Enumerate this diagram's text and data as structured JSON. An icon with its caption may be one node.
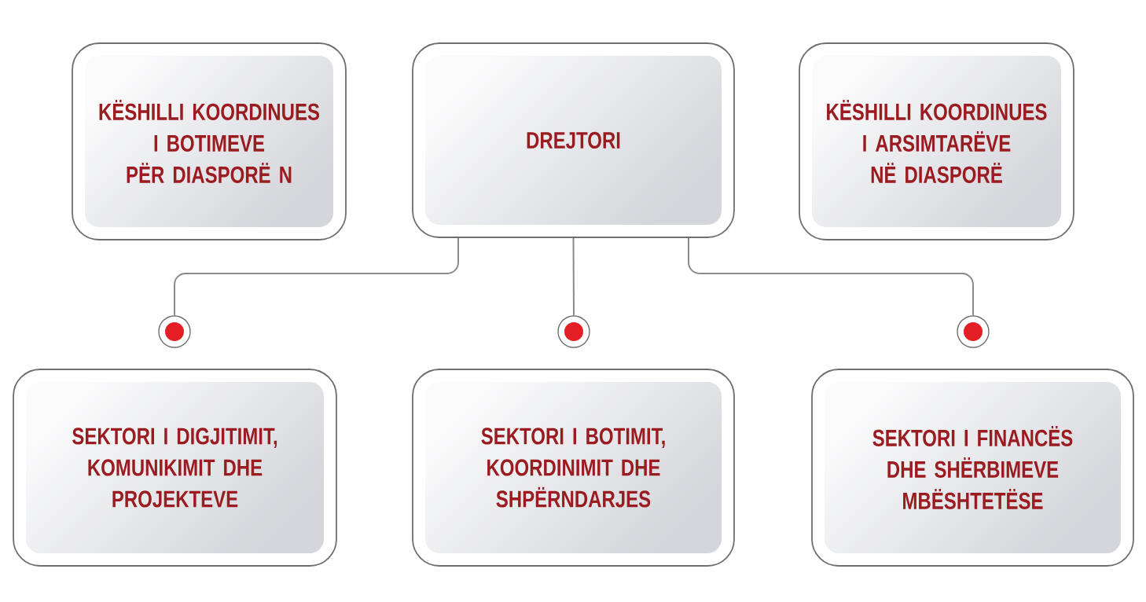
{
  "diagram": {
    "nodes": [
      {
        "text": [
          "KËSHILLI KOORDINUES I BOTIMEVE PËR DIASPORË N"
        ]
      },
      {
        "text": [
          "DREJTORI"
        ]
      },
      {
        "text": [
          "KËSHILLI KOORDINUES I ARSIMTARËVE NË DIASPORË"
        ]
      },
      {
        "text": [],
        "shape": "circle"
      },
      {
        "text": [],
        "shape": "circle"
      },
      {
        "text": [],
        "shape": "circle"
      },
      {
        "text": [
          "SEKTORI I DIGJITIMIT, KOMUNIKIMIT DHE PROJEKTEVE"
        ]
      },
      {
        "text": [
          "SEKTORI I BOTIMIT, KOORDINIMIT DHE SHPËRNDARJES"
        ]
      },
      {
        "text": [
          "SEKTORI I FINANCËS DHE SHËRBIMEVE MBËSHTETËSE"
        ]
      }
    ],
    "edges": [
      {
        "from": 1,
        "to": 3,
        "arrow": "none"
      },
      {
        "from": 1,
        "to": 4,
        "arrow": "none"
      },
      {
        "from": 1,
        "to": 5,
        "arrow": "none"
      }
    ]
  }
}
